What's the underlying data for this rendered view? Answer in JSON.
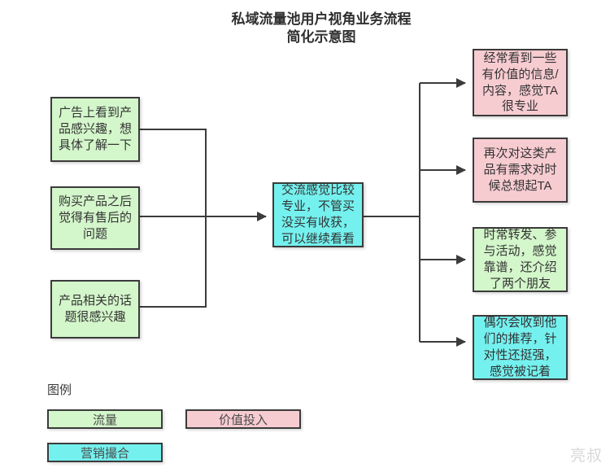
{
  "title": {
    "line1": "私域流量池用户视角业务流程",
    "line2": "简化示意图"
  },
  "colors": {
    "traffic_green": "#d3f6ca",
    "value_pink": "#f7ccd1",
    "marketing_cyan": "#74f1ef",
    "line_dark": "#3b3b3b",
    "text_dark": "#333333"
  },
  "flow": {
    "sources": [
      {
        "text": "广告上看到产品感兴趣，想具体了解一下",
        "category": "流量"
      },
      {
        "text": "购买产品之后觉得有售后的问题",
        "category": "流量"
      },
      {
        "text": "产品相关的话题很感兴趣",
        "category": "流量"
      }
    ],
    "hub": {
      "text": "交流感觉比较专业，不管买没买有收获，可以继续看看",
      "category": "营销撮合"
    },
    "outcomes": [
      {
        "text": "经常看到一些有价值的信息/内容，感觉TA很专业",
        "category": "价值投入"
      },
      {
        "text": "再次对这类产品有需求对时候总想起TA",
        "category": "价值投入"
      },
      {
        "text": "时常转发、参与活动，感觉靠谱，还介绍了两个朋友",
        "category": "流量"
      },
      {
        "text": "偶尔会收到他们的推荐，针对性还挺强，感觉被记着",
        "category": "营销撮合"
      }
    ]
  },
  "legend": {
    "label": "图例",
    "items": [
      {
        "label": "流量",
        "color": "#d3f6ca"
      },
      {
        "label": "价值投入",
        "color": "#f7ccd1"
      },
      {
        "label": "营销撮合",
        "color": "#74f1ef"
      }
    ]
  },
  "watermark": "亮叔"
}
